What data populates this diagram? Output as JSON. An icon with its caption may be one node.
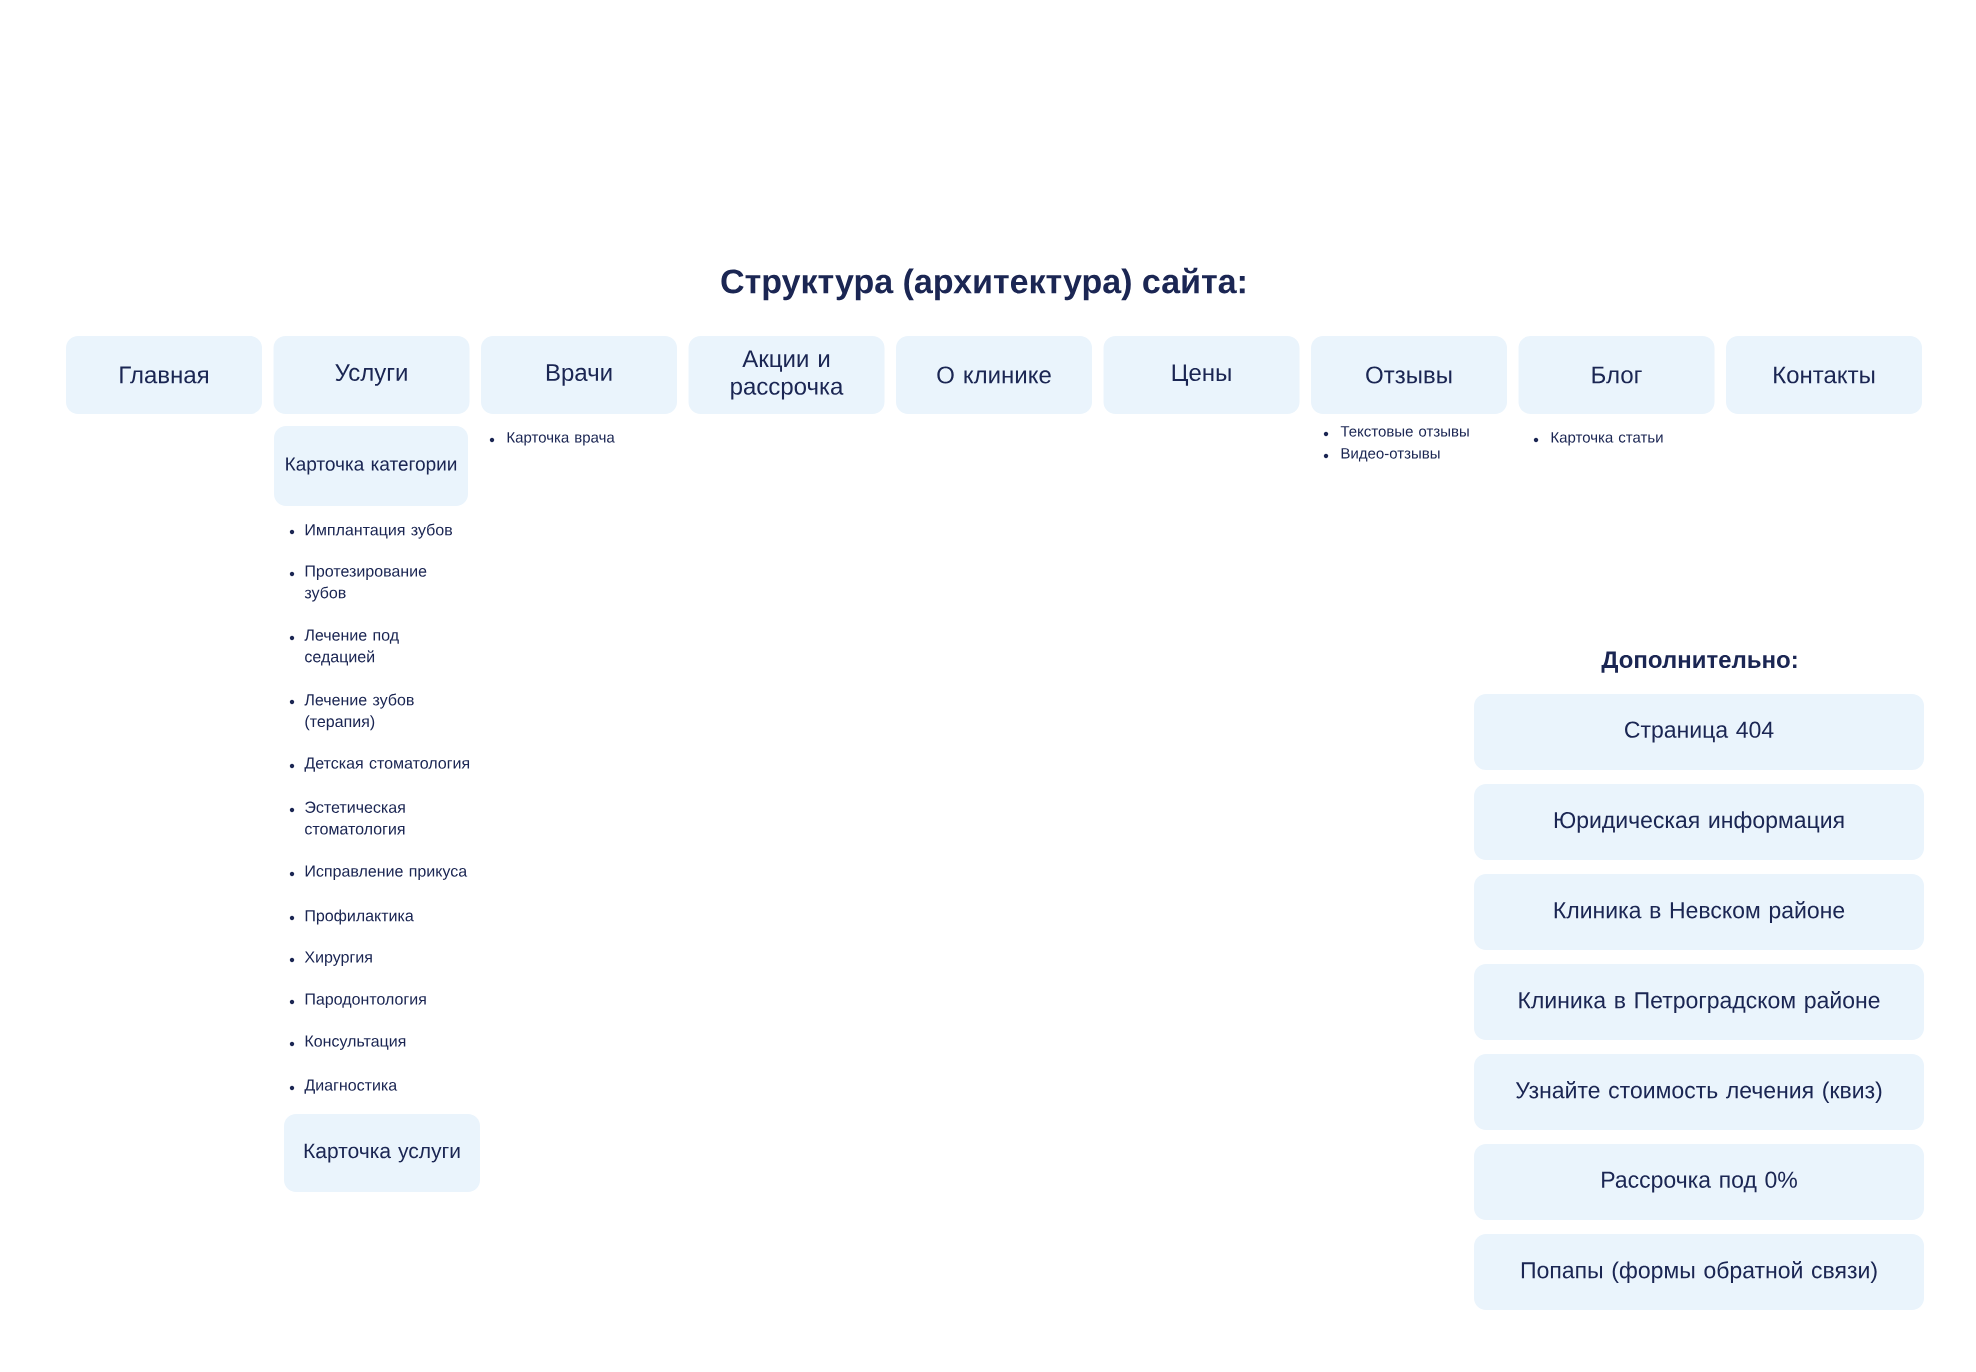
{
  "diagram": {
    "title": "Структура (архитектура) сайта:",
    "nodes": [
      {
        "text": [
          "Главная"
        ]
      },
      {
        "text": [
          "Услуги"
        ]
      },
      {
        "text": [
          "Врачи"
        ],
        "beside": [
          "Карточка врача"
        ]
      },
      {
        "text": [
          "Акции и рассрочка"
        ]
      },
      {
        "text": [
          "О клинике"
        ]
      },
      {
        "text": [
          "Цены"
        ]
      },
      {
        "text": [
          "Отзывы"
        ],
        "beside": [
          "Текстовые отзывы",
          "Видео-отзывы"
        ]
      },
      {
        "text": [
          "Блог"
        ],
        "beside": [
          "Карточка статьи"
        ]
      },
      {
        "text": [
          "Контакты"
        ]
      },
      {
        "text": [
          "Карточка категории"
        ],
        "beside": [
          "Имплантация зубов",
          "Протезирование зубов",
          "Лечение под седацией",
          "Лечение зубов (терапия)",
          "Детская стоматология",
          "Эстетическая стоматология",
          "Исправление прикуса",
          "Профилактика",
          "Хирургия",
          "Пародонтология",
          "Консультация",
          "Диагностика"
        ]
      },
      {
        "text": [
          "Карточка услуги"
        ]
      },
      {
        "text": [
          "Страница 404"
        ]
      },
      {
        "text": [
          "Юридическая информация"
        ]
      },
      {
        "text": [
          "Клиника в Невском районе"
        ]
      },
      {
        "text": [
          "Клиника в Петроградском районе"
        ]
      },
      {
        "text": [
          "Узнайте стоимость лечения (квиз)"
        ]
      },
      {
        "text": [
          "Рассрочка под 0%"
        ]
      },
      {
        "text": [
          "Попапы (формы обратной связи)"
        ]
      }
    ],
    "labels": [
      "Дополнительно:"
    ]
  }
}
